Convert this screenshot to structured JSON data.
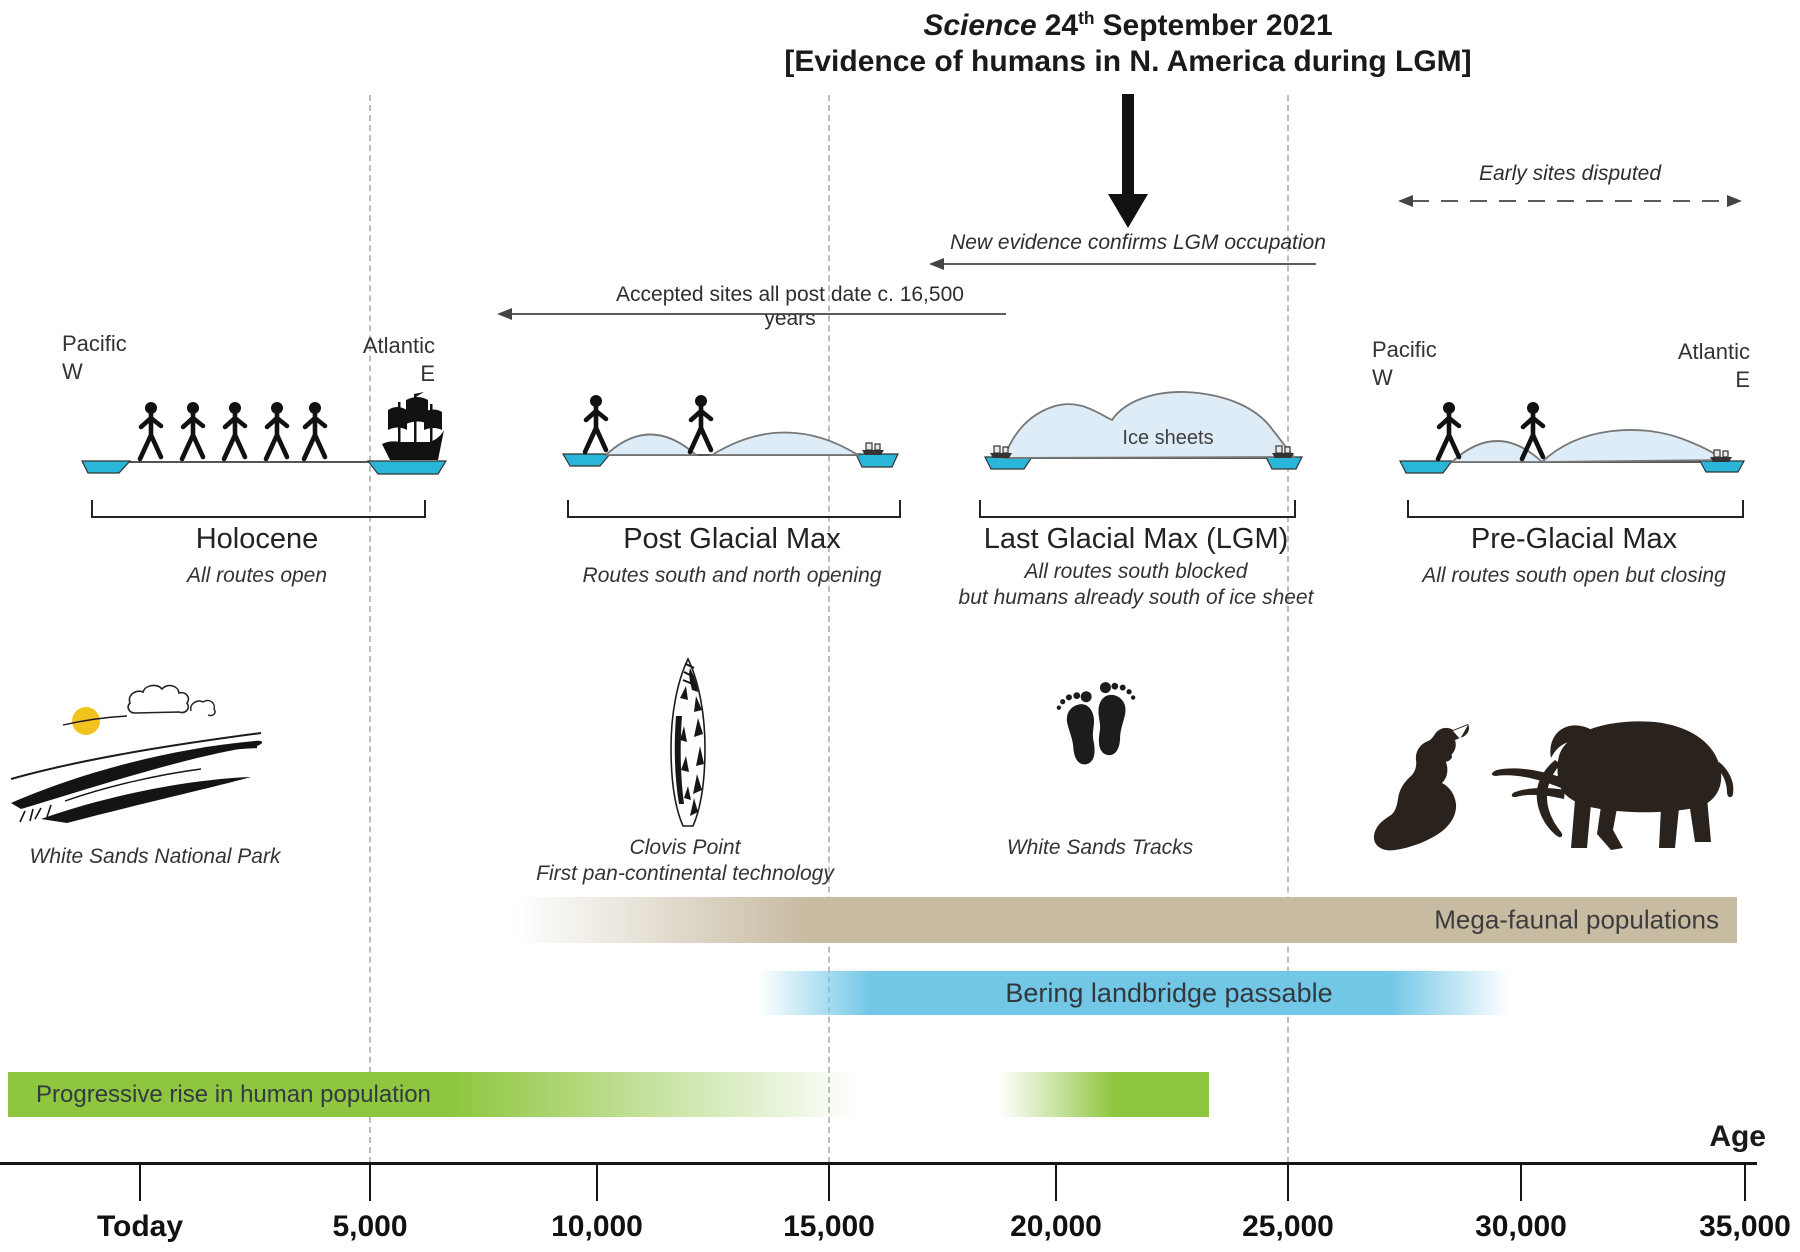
{
  "title": {
    "journal": "Science",
    "day": "24",
    "ordinal": "th",
    "rest": "September 2021",
    "line2": "[Evidence of humans in N. America during LGM]"
  },
  "annotations": {
    "early_sites": "Early sites disputed",
    "new_evidence": "New evidence confirms LGM occupation",
    "accepted_sites": "Accepted sites all post date c. 16,500 years"
  },
  "sections": [
    {
      "label": "Holocene",
      "subtitle": "All routes open",
      "pacific": "Pacific",
      "west": "W",
      "atlantic": "Atlantic",
      "east": "E"
    },
    {
      "label": "Post Glacial Max",
      "subtitle": "Routes south and north opening"
    },
    {
      "label": "Last Glacial Max (LGM)",
      "subtitle_line1": "All routes south blocked",
      "subtitle_line2": "but humans already south of ice sheet",
      "ice_label": "Ice sheets"
    },
    {
      "label": "Pre-Glacial Max",
      "subtitle": "All routes south open but closing",
      "pacific": "Pacific",
      "west": "W",
      "atlantic": "Atlantic",
      "east": "E"
    }
  ],
  "illustrations": {
    "white_sands_park_caption": "White Sands National Park",
    "clovis_caption_line1": "Clovis Point",
    "clovis_caption_line2": "First pan-continental technology",
    "tracks_caption": "White Sands Tracks"
  },
  "bars": {
    "megafauna": {
      "label": "Mega-faunal populations",
      "color": "#c7bba2"
    },
    "bering": {
      "label": "Bering landbridge passable",
      "color": "#72c7e7"
    },
    "population": {
      "label": "Progressive rise in human population",
      "color": "#8ec63f"
    }
  },
  "axis": {
    "label": "Age",
    "ticks": [
      "Today",
      "5,000",
      "10,000",
      "15,000",
      "20,000",
      "25,000",
      "30,000",
      "35,000"
    ]
  },
  "colors": {
    "water": "#29b6d8",
    "ice": "#ddecf6",
    "silhouette": "#111111",
    "megafauna": "#2a231d"
  }
}
